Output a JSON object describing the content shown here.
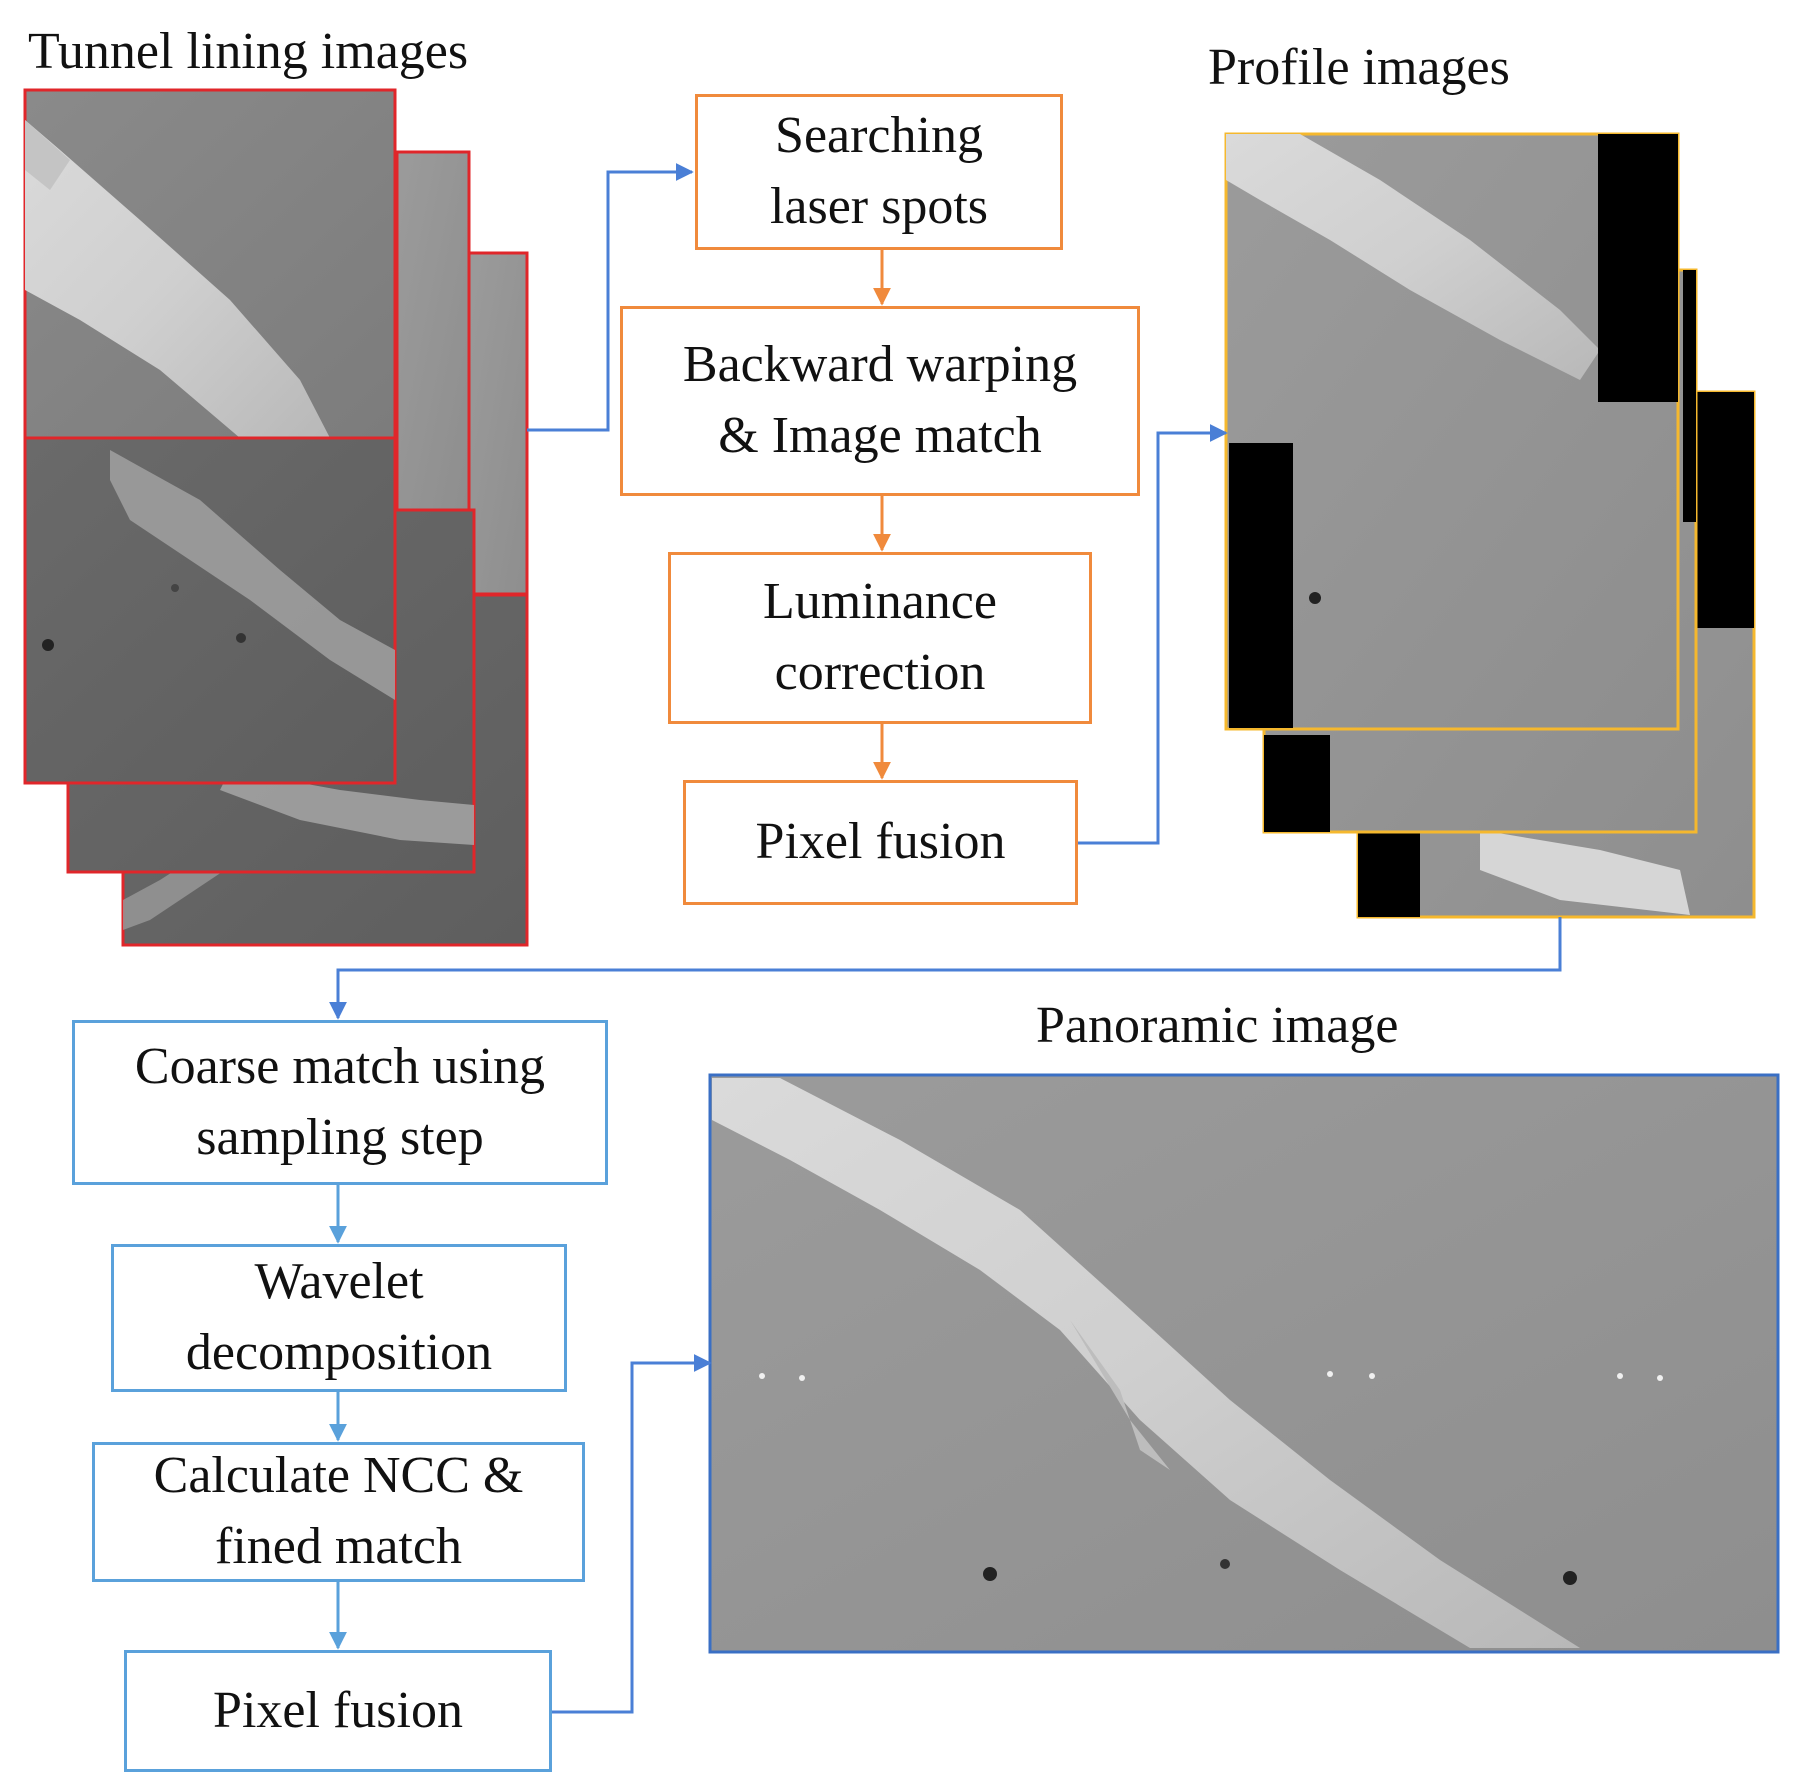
{
  "headings": {
    "tunnel_lining": "Tunnel lining images",
    "profile": "Profile images",
    "panoramic": "Panoramic image"
  },
  "steps_top": [
    {
      "line1": "Searching",
      "line2": "laser spots"
    },
    {
      "line1": "Backward warping",
      "line2": "& Image match"
    },
    {
      "line1": "Luminance",
      "line2": "correction"
    },
    {
      "line1": "Pixel fusion",
      "line2": ""
    }
  ],
  "steps_bottom": [
    {
      "line1": "Coarse match using",
      "line2": "sampling step"
    },
    {
      "line1": "Wavelet",
      "line2": "decomposition"
    },
    {
      "line1": "Calculate NCC &",
      "line2": "fined match"
    },
    {
      "line1": "Pixel fusion",
      "line2": ""
    }
  ],
  "colors": {
    "tunnel_frame": "#e0262a",
    "profile_frame": "#f5b82e",
    "panoramic_frame": "#3a6fc4",
    "orange_flow": "#f08a3c",
    "blue_flow": "#5aa1db",
    "connector": "#4a7fd6"
  }
}
